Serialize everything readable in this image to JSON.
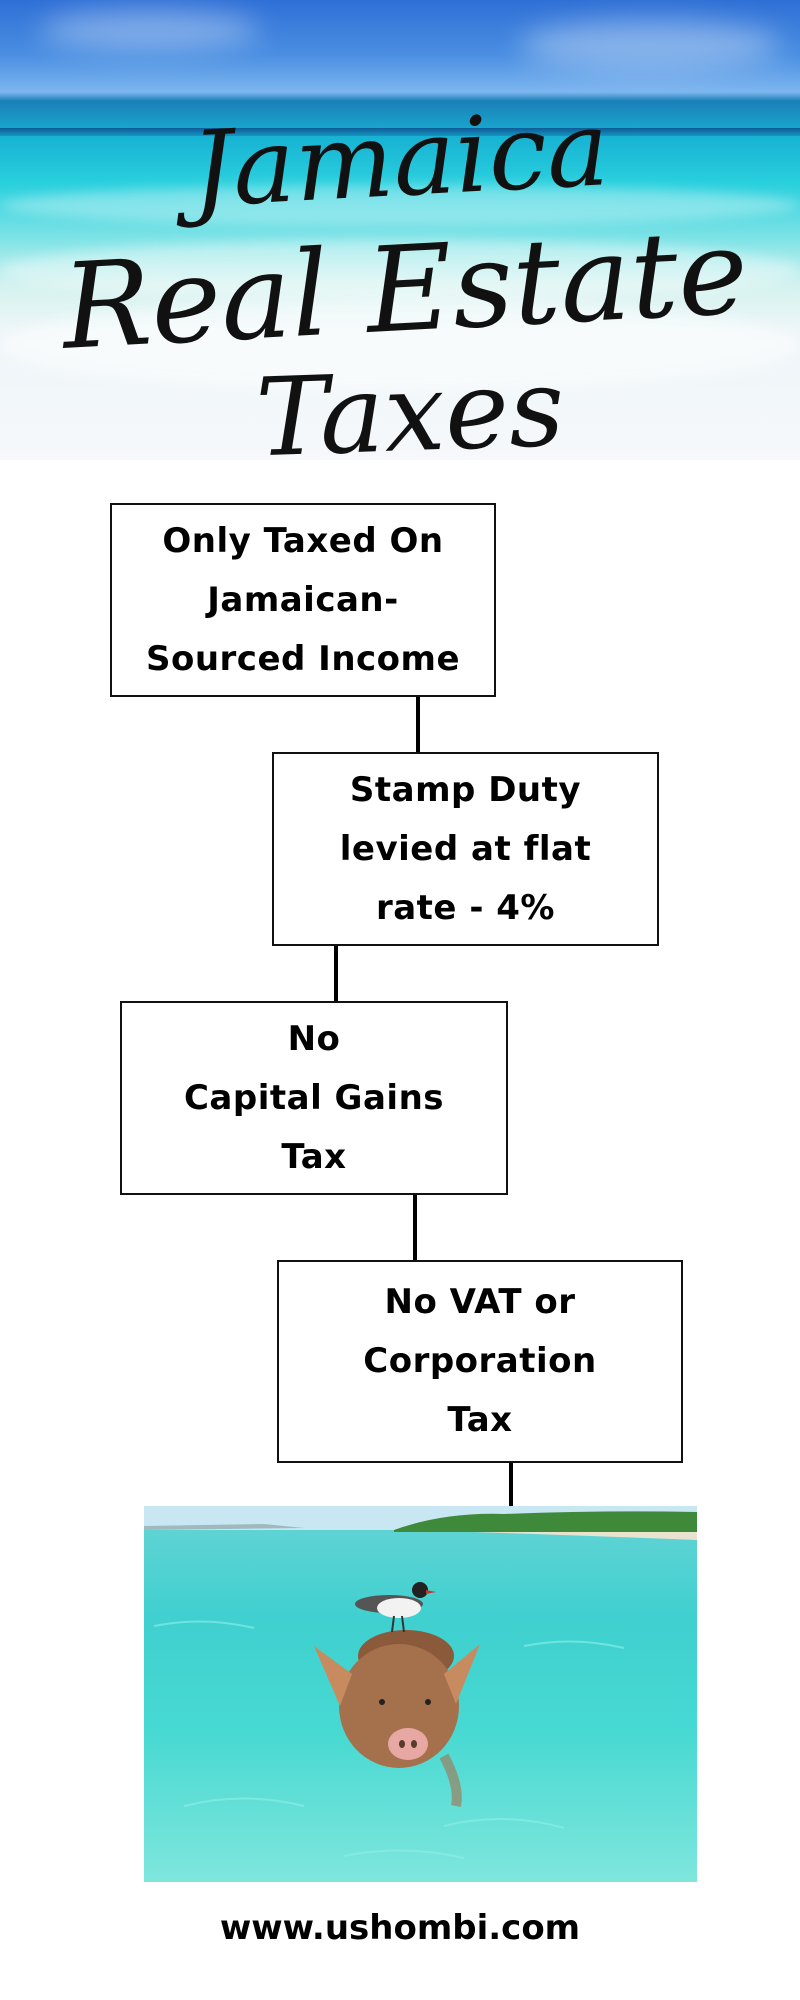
{
  "header": {
    "title_lines": [
      "Jamaica",
      "Real Estate",
      "Taxes"
    ]
  },
  "flow": [
    {
      "lines": [
        "Only Taxed On",
        "Jamaican-",
        "Sourced Income"
      ]
    },
    {
      "lines": [
        "Stamp Duty",
        "levied at flat",
        "rate - 4%"
      ]
    },
    {
      "lines": [
        "No",
        "Capital Gains",
        "Tax"
      ]
    },
    {
      "lines": [
        "No VAT or",
        "Corporation",
        "Tax"
      ]
    }
  ],
  "footer": {
    "url": "www.ushombi.com"
  },
  "colors": {
    "border": "#111111",
    "text": "#000000",
    "water": "#3fd0cf"
  }
}
